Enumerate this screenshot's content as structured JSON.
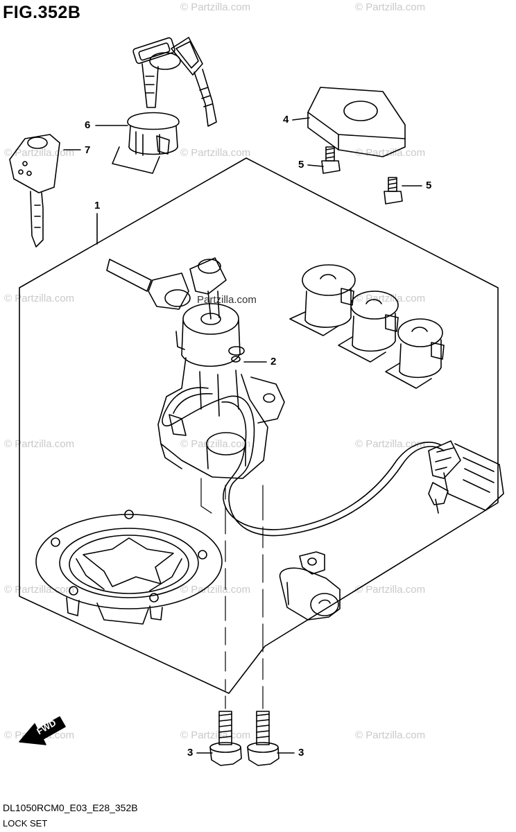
{
  "figure": {
    "title": "FIG.352B",
    "footer_code": "DL1050RCM0_E03_E28_352B",
    "footer_name": "LOCK SET",
    "fwd_label": "FWD",
    "watermark": "© Partzilla.com",
    "center_watermark": "Partzilla.com"
  },
  "callouts": [
    {
      "id": "1",
      "label": "1"
    },
    {
      "id": "2",
      "label": "2"
    },
    {
      "id": "3a",
      "label": "3"
    },
    {
      "id": "3b",
      "label": "3"
    },
    {
      "id": "4",
      "label": "4"
    },
    {
      "id": "5a",
      "label": "5"
    },
    {
      "id": "5b",
      "label": "5"
    },
    {
      "id": "6",
      "label": "6"
    },
    {
      "id": "7",
      "label": "7"
    }
  ],
  "colors": {
    "line": "#000000",
    "watermark": "#c9c9c9",
    "background": "#ffffff"
  }
}
